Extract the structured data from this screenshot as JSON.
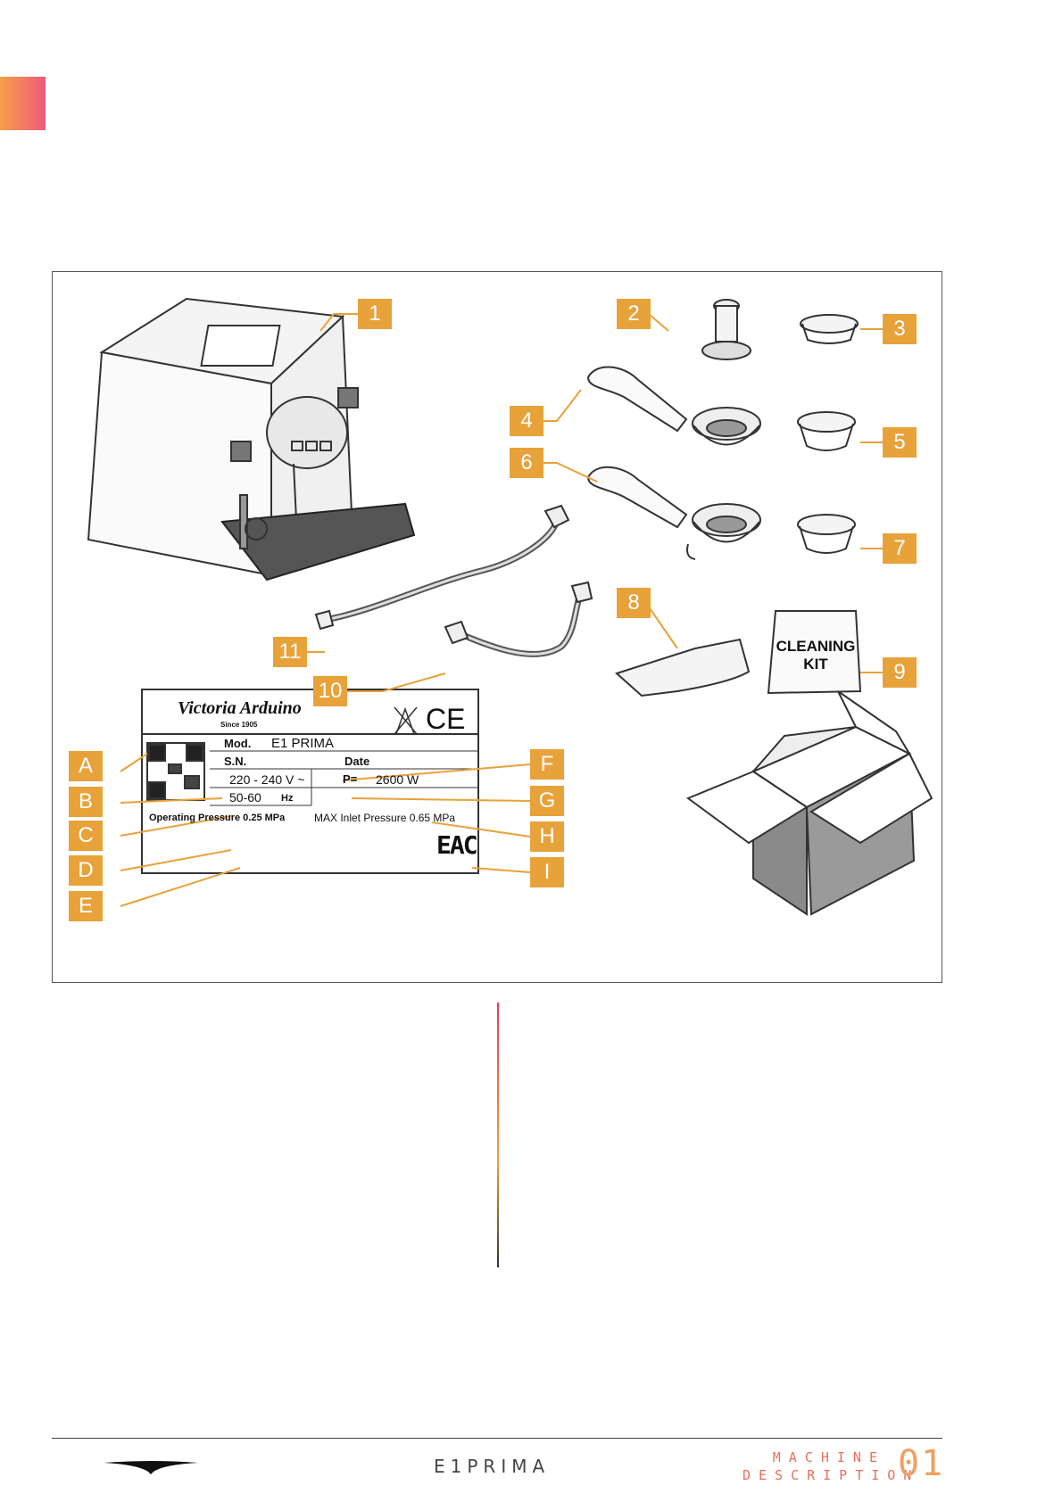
{
  "callouts": {
    "n1": "1",
    "n2": "2",
    "n3": "3",
    "n4": "4",
    "n5": "5",
    "n6": "6",
    "n7": "7",
    "n8": "8",
    "n9": "9",
    "n10": "10",
    "n11": "11",
    "lA": "A",
    "lB": "B",
    "lC": "C",
    "lD": "D",
    "lE": "E",
    "lF": "F",
    "lG": "G",
    "lH": "H",
    "lI": "I"
  },
  "cleaning_kit": {
    "line1": "CLEANING",
    "line2": "KIT"
  },
  "rating_plate": {
    "brand": "Victoria Arduino",
    "since": "Since 1905",
    "mod_label": "Mod.",
    "mod_value": "E1 PRIMA",
    "sn_label": "S.N.",
    "date_label": "Date",
    "voltage": "220 - 240 V ~",
    "power_label": "P=",
    "power_value": "2600 W",
    "frequency": "50-60",
    "freq_unit": "Hz",
    "operating_pressure": "Operating Pressure 0.25 MPa",
    "max_inlet_pressure": "MAX Inlet Pressure 0.65 MPa",
    "eac_mark": "EAC",
    "ce_mark": "CE"
  },
  "footer": {
    "model": "E1PRIMA",
    "section_line1": "MACHINE",
    "section_line2": "DESCRIPTION",
    "section_number": "01"
  },
  "colors": {
    "accent": "#e8a23a",
    "gradient_start": "#f6a04a",
    "gradient_end": "#ef5a7a"
  }
}
